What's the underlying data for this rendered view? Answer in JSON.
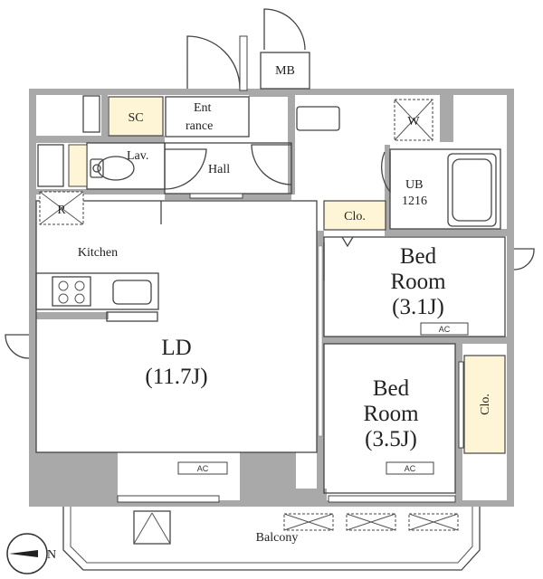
{
  "colors": {
    "wall": "#a9a9a9",
    "storage": "#fdf5d5",
    "line": "#444444"
  },
  "rooms": {
    "sc": "SC",
    "entrance_1": "Ent",
    "entrance_2": "rance",
    "mb": "MB",
    "w": "W",
    "lav": "Lav.",
    "hall": "Hall",
    "r": "R",
    "ub_1": "UB",
    "ub_2": "1216",
    "clo_top": "Clo.",
    "kitchen": "Kitchen",
    "bed1_line1": "Bed",
    "bed1_line2": "Room",
    "bed1_line3": "(3.1J)",
    "ld_line1": "LD",
    "ld_line2": "(11.7J)",
    "bed2_line1": "Bed",
    "bed2_line2": "Room",
    "bed2_line3": "(3.5J)",
    "clo_side": "Clo.",
    "balcony": "Balcony"
  },
  "ac_labels": {
    "ac_bed1": "AC",
    "ac_ld": "AC",
    "ac_bed2": "AC"
  },
  "compass": {
    "north": "N",
    "icon": "compass-icon"
  }
}
